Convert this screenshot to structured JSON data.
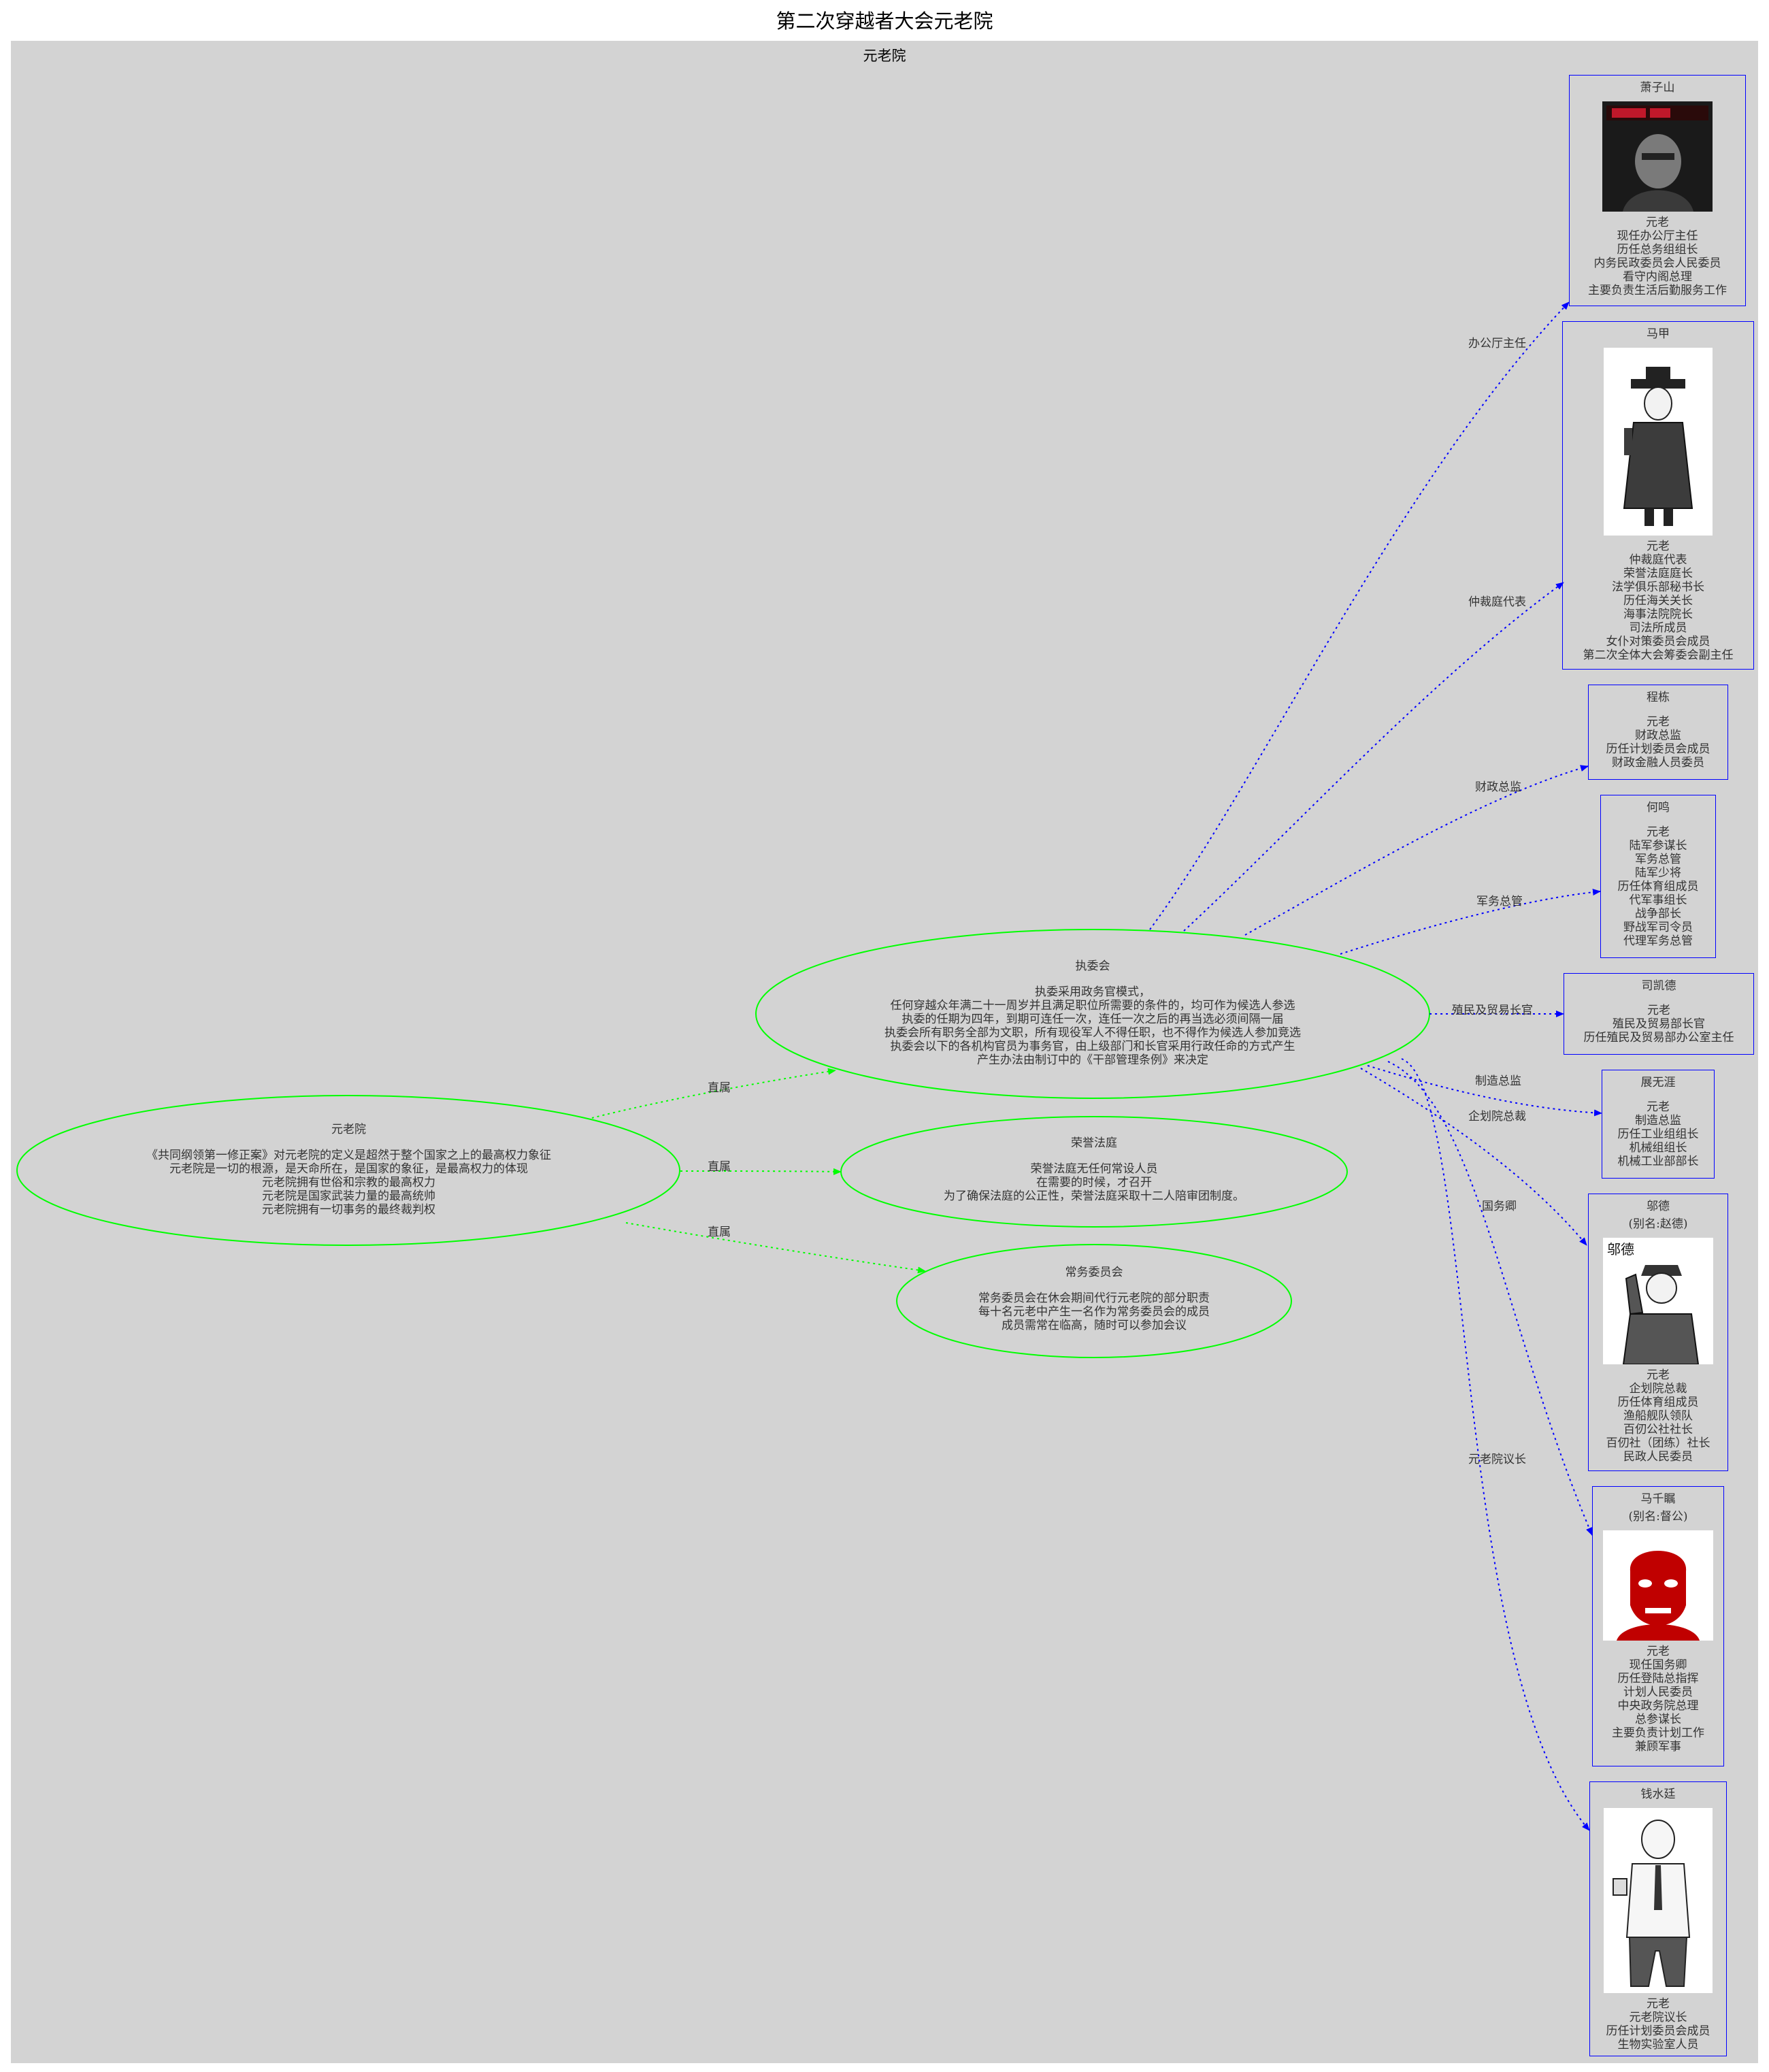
{
  "title": "第二次穿越者大会元老院",
  "cluster_label": "元老院",
  "nodes": {
    "yuanlaoyuan": {
      "title": "元老院",
      "lines": [
        "《共同纲领第一修正案》对元老院的定义是超然于整个国家之上的最高权力象征",
        "元老院是一切的根源，是天命所在，是国家的象征，是最高权力的体现",
        "元老院拥有世俗和宗教的最高权力",
        "元老院是国家武装力量的最高统帅",
        "元老院拥有一切事务的最终裁判权"
      ]
    },
    "zhiweihui": {
      "title": "执委会",
      "lines": [
        "执委采用政务官模式，",
        "任何穿越众年满二十一周岁并且满足职位所需要的条件的，均可作为候选人参选",
        "执委的任期为四年，到期可连任一次，连任一次之后的再当选必须间隔一届",
        "执委会所有职务全部为文职，所有现役军人不得任职，也不得作为候选人参加竞选",
        "执委会以下的各机构官员为事务官，由上级部门和长官采用行政任命的方式产生",
        "产生办法由制订中的《干部管理条例》来决定"
      ]
    },
    "rongyufating": {
      "title": "荣誉法庭",
      "lines": [
        "荣誉法庭无任何常设人员",
        "在需要的时候，才召开",
        "为了确保法庭的公正性，荣誉法庭采取十二人陪审团制度。"
      ]
    },
    "changwuweiyuanhui": {
      "title": "常务委员会",
      "lines": [
        "常务委员会在休会期间代行元老院的部分职责",
        "每十名元老中产生一名作为常务委员会的成员",
        "成员需常在临高，随时可以参加会议"
      ]
    }
  },
  "persons": [
    {
      "name": "萧子山",
      "alias": "",
      "has_image": true,
      "lines": [
        "元老",
        "现任办公厅主任",
        "历任总务组组长",
        "内务民政委员会人民委员",
        "看守内阁总理",
        "主要负责生活后勤服务工作"
      ]
    },
    {
      "name": "马甲",
      "alias": "",
      "has_image": true,
      "lines": [
        "元老",
        "仲裁庭代表",
        "荣誉法庭庭长",
        "法学俱乐部秘书长",
        "历任海关关长",
        "海事法院院长",
        "司法所成员",
        "女仆对策委员会成员",
        "第二次全体大会筹委会副主任"
      ]
    },
    {
      "name": "程栋",
      "alias": "",
      "has_image": false,
      "lines": [
        "元老",
        "财政总监",
        "历任计划委员会成员",
        "财政金融人员委员"
      ]
    },
    {
      "name": "何鸣",
      "alias": "",
      "has_image": false,
      "lines": [
        "元老",
        "陆军参谋长",
        "军务总管",
        "陆军少将",
        "历任体育组成员",
        "代军事组长",
        "战争部长",
        "野战军司令员",
        "代理军务总管"
      ]
    },
    {
      "name": "司凯德",
      "alias": "",
      "has_image": false,
      "lines": [
        "元老",
        "殖民及贸易部长官",
        "历任殖民及贸易部办公室主任"
      ]
    },
    {
      "name": "展无涯",
      "alias": "",
      "has_image": false,
      "lines": [
        "元老",
        "制造总监",
        "历任工业组组长",
        "机械组组长",
        "机械工业部部长"
      ]
    },
    {
      "name": "邬德",
      "alias": "(别名:赵德)",
      "has_image": true,
      "image_caption": "邬德",
      "lines": [
        "元老",
        "企划院总裁",
        "历任体育组成员",
        "渔船舰队领队",
        "百仞公社社长",
        "百仞社（团练）社长",
        "民政人民委员"
      ]
    },
    {
      "name": "马千瞩",
      "alias": "(别名:督公)",
      "has_image": true,
      "lines": [
        "元老",
        "现任国务卿",
        "历任登陆总指挥",
        "计划人民委员",
        "中央政务院总理",
        "总参谋长",
        "主要负责计划工作",
        "兼顾军事"
      ]
    },
    {
      "name": "钱水廷",
      "alias": "",
      "has_image": true,
      "lines": [
        "元老",
        "元老院议长",
        "历任计划委员会成员",
        "生物实验室人员"
      ]
    }
  ],
  "edges": [
    {
      "from": "元老院",
      "to": "执委会",
      "label": "直属",
      "color": "#00ff00"
    },
    {
      "from": "元老院",
      "to": "荣誉法庭",
      "label": "直属",
      "color": "#00ff00"
    },
    {
      "from": "元老院",
      "to": "常务委员会",
      "label": "直属",
      "color": "#00ff00"
    },
    {
      "from": "执委会",
      "to": "萧子山",
      "label": "办公厅主任",
      "color": "#0000ff"
    },
    {
      "from": "执委会",
      "to": "马甲",
      "label": "仲裁庭代表",
      "color": "#0000ff"
    },
    {
      "from": "执委会",
      "to": "程栋",
      "label": "财政总监",
      "color": "#0000ff"
    },
    {
      "from": "执委会",
      "to": "何鸣",
      "label": "军务总管",
      "color": "#0000ff"
    },
    {
      "from": "执委会",
      "to": "司凯德",
      "label": "殖民及贸易长官",
      "color": "#0000ff"
    },
    {
      "from": "执委会",
      "to": "展无涯",
      "label": "制造总监",
      "color": "#0000ff"
    },
    {
      "from": "执委会",
      "to": "邬德",
      "label": "企划院总裁",
      "color": "#0000ff"
    },
    {
      "from": "执委会",
      "to": "马千瞩",
      "label": "国务卿",
      "color": "#0000ff"
    },
    {
      "from": "执委会",
      "to": "钱水廷",
      "label": "元老院议长",
      "color": "#0000ff"
    }
  ],
  "colors": {
    "background": "#d3d3d3",
    "org_node": "#00ff00",
    "person_box": "#0000ff",
    "person_edge": "#0000ff",
    "org_edge": "#00ff00"
  }
}
